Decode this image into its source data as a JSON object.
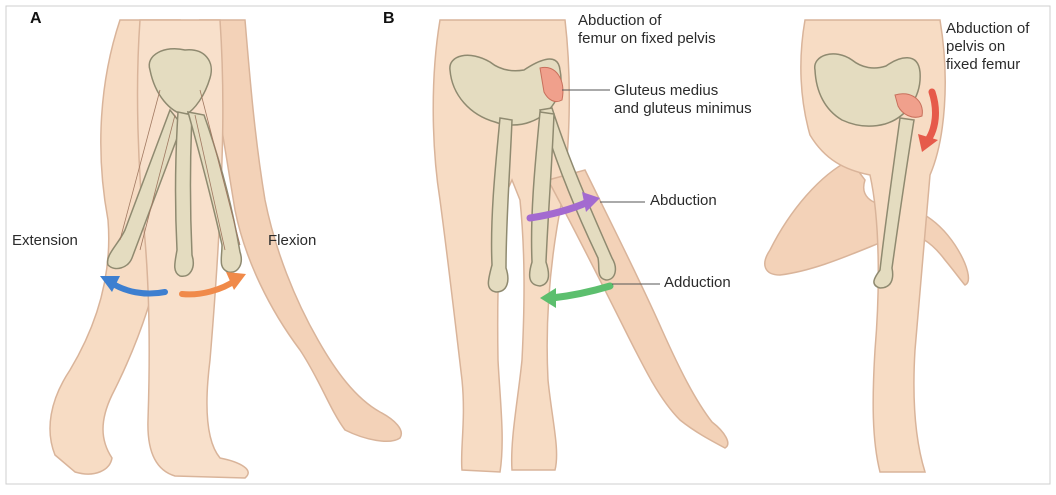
{
  "panels": {
    "a": "A",
    "b": "B"
  },
  "labels": {
    "extension": "Extension",
    "flexion": "Flexion",
    "abduction_femur": [
      "Abduction of",
      "femur on fixed pelvis"
    ],
    "gluteus": [
      "Gluteus medius",
      "and gluteus minimus"
    ],
    "abduction": "Abduction",
    "adduction": "Adduction",
    "abduction_pelvis": [
      "Abduction of",
      "pelvis on",
      "fixed femur"
    ]
  },
  "colors": {
    "skin": "#f7dcc4",
    "skin_outline": "#d9b49a",
    "bone": "#e4dcc0",
    "bone_outline": "#8f8a70",
    "muscle": "#f0a08c",
    "extension_arrow": "#3d7fd0",
    "flexion_arrow": "#f08a4a",
    "abduction_arrow": "#a36ad0",
    "adduction_arrow": "#5cbf6e",
    "pelvis_arrow": "#e65a4a"
  }
}
